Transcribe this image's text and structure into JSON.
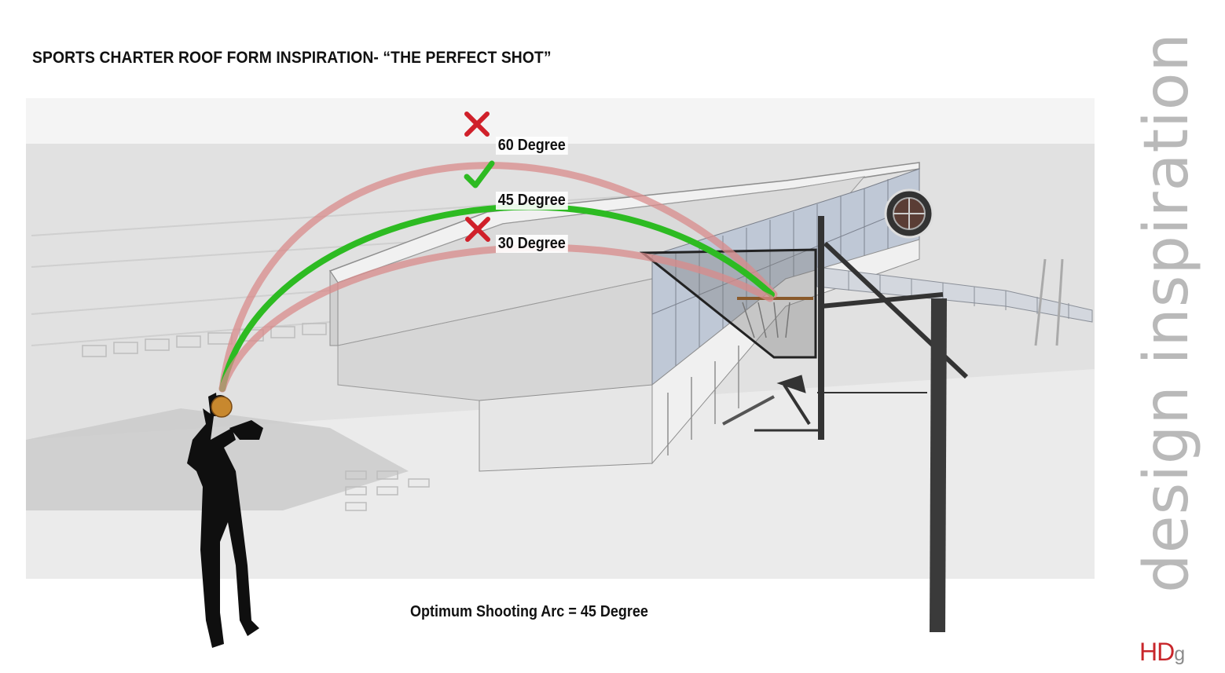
{
  "title": "SPORTS CHARTER ROOF FORM INSPIRATION-  “THE PERFECT SHOT”",
  "side_text": "design inspiration",
  "logo": {
    "main": "HD",
    "suffix": "g"
  },
  "caption": "Optimum Shooting Arc = 45 Degree",
  "arcs": [
    {
      "label": "60 Degree",
      "status": "rejected",
      "status_icon": "cross-icon",
      "color": "#d88b8b"
    },
    {
      "label": "45 Degree",
      "status": "optimum",
      "status_icon": "check-icon",
      "color": "#2dbb22"
    },
    {
      "label": "30 Degree",
      "status": "rejected",
      "status_icon": "cross-icon",
      "color": "#d88b8b"
    }
  ],
  "colors": {
    "cross": "#d0202a",
    "check": "#2dbb22",
    "rejected_arc": "#d88b8b",
    "optimum_arc": "#2dbb22",
    "logo": "#c8262b",
    "side_text": "#b9b9b9"
  }
}
